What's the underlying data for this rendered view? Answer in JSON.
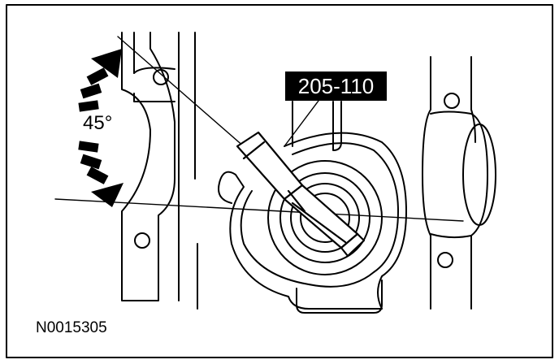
{
  "figure": {
    "tool_number": "205-110",
    "rotation_angle": "45°",
    "figure_code": "N0015305"
  },
  "colors": {
    "line": "#000000",
    "background": "#ffffff",
    "label_fill": "#000000",
    "label_text": "#ffffff"
  }
}
